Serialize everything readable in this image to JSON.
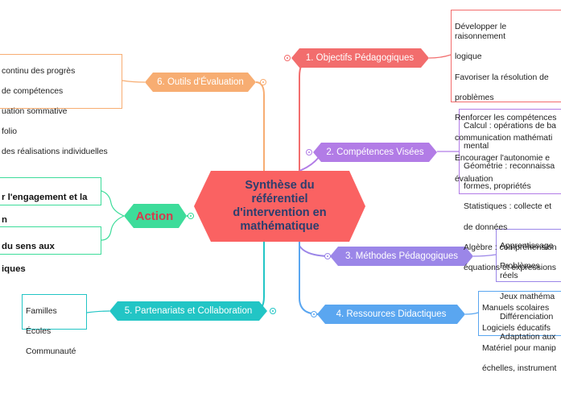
{
  "central_topic": "Synthèse du référentiel d'intervention en mathématique",
  "action": {
    "label": "Action"
  },
  "branches": {
    "objectifs": {
      "label": "1. Objectifs Pédagogiques",
      "color": "#f26d6d"
    },
    "competences": {
      "label": "2. Compétences Visées",
      "color": "#b27ce6"
    },
    "methodes": {
      "label": "3. Méthodes Pédagogiques",
      "color": "#9b86e8"
    },
    "ressources": {
      "label": "4. Ressources Didactiques",
      "color": "#5aa6f0"
    },
    "partenariats": {
      "label": "5. Partenariats et Collaboration",
      "color": "#22c5c5"
    },
    "outils": {
      "label": "6. Outils d'Évaluation",
      "color": "#f7ad72"
    }
  },
  "leaves": {
    "objectifs": [
      "Développer le raisonnement",
      "logique",
      "Favoriser la résolution de",
      "problèmes",
      "Renforcer les compétences",
      "communication mathémati",
      "Encourager l'autonomie e",
      "évaluation"
    ],
    "competences": [
      "Calcul : opérations de ba",
      "mental",
      "Géométrie : reconnaissa",
      "formes, propriétés",
      "Statistiques : collecte et",
      "de données",
      "Algèbre : compréhension",
      "équations et expressions"
    ],
    "methodes": [
      "Apprentissage",
      "Problèmes réels",
      "Jeux mathéma",
      "Différenciation",
      "Adaptation aux"
    ],
    "ressources": [
      "Manuels scolaires",
      "Logiciels éducatifs",
      "Matériel pour manip",
      "échelles, instrument"
    ],
    "partenariats": [
      "Familles",
      "Écoles",
      "Communauté"
    ],
    "outils": [
      "continu des progrès",
      "de compétences",
      "uation sommative",
      "folio",
      "des réalisations individuelles"
    ],
    "action_a": [
      "r l'engagement et la",
      "n"
    ],
    "action_b": [
      "du sens aux",
      "iques"
    ]
  },
  "colors": {
    "central": "#fa6262",
    "action_node": "#3ddc9a",
    "action_text": "#d63a4d",
    "central_text": "#2b3e6e"
  }
}
